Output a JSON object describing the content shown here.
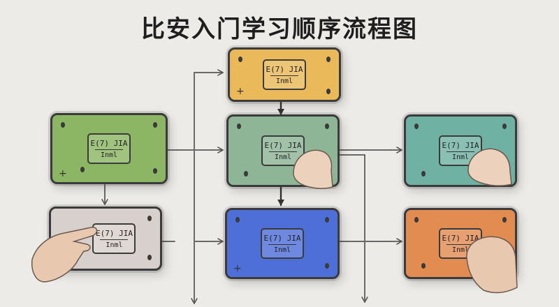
{
  "title": "比安入门学习顺序流程图",
  "node_label": {
    "top": "E(7) JIA",
    "bottom": "Inml"
  },
  "nodes": [
    {
      "id": "n1",
      "color": "#e9b95a"
    },
    {
      "id": "n2",
      "color": "#8db664"
    },
    {
      "id": "n3",
      "color": "#8db596"
    },
    {
      "id": "n4",
      "color": "#6fb2a3"
    },
    {
      "id": "n5",
      "color": "#d8d0cc"
    },
    {
      "id": "n6",
      "color": "#4f6fd8"
    },
    {
      "id": "n7",
      "color": "#e28c52"
    }
  ]
}
